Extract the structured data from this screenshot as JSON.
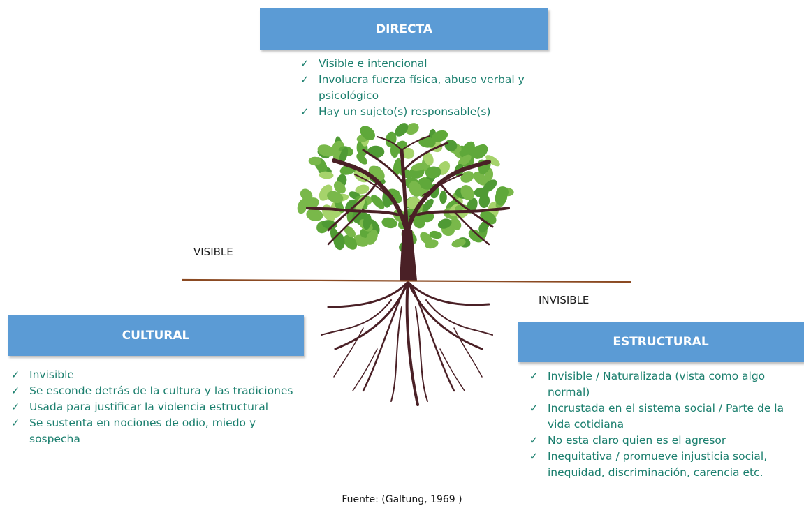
{
  "directa": {
    "title": "DIRECTA",
    "items": [
      "Visible e intencional",
      "Involucra fuerza física, abuso verbal y psicológico",
      "Hay un sujeto(s) responsable(s)"
    ]
  },
  "cultural": {
    "title": "CULTURAL",
    "items": [
      "Invisible",
      "Se esconde detrás de la cultura y las tradiciones",
      "Usada para justificar la violencia estructural",
      "Se sustenta en nociones de odio, miedo y sospecha"
    ]
  },
  "estructural": {
    "title": "ESTRUCTURAL",
    "items": [
      "Invisible / Naturalizada (vista como algo normal)",
      "Incrustada en el sistema social / Parte de la vida cotidiana",
      "No esta claro quien es el agresor",
      "Inequitativa / promueve injusticia social, inequidad, discriminación, carencia etc."
    ]
  },
  "labels": {
    "visible": "VISIBLE",
    "invisible": "INVISIBLE",
    "check_symbol": "✓"
  },
  "source": "Fuente: (Galtung, 1969 )",
  "colors": {
    "box_fill": "#5b9bd5",
    "list_text": "#1b7f6e",
    "ground_line": "#8b4a22",
    "trunk": "#4a2026",
    "leaf_dark": "#4f9a34",
    "leaf_light": "#a6d36b"
  }
}
